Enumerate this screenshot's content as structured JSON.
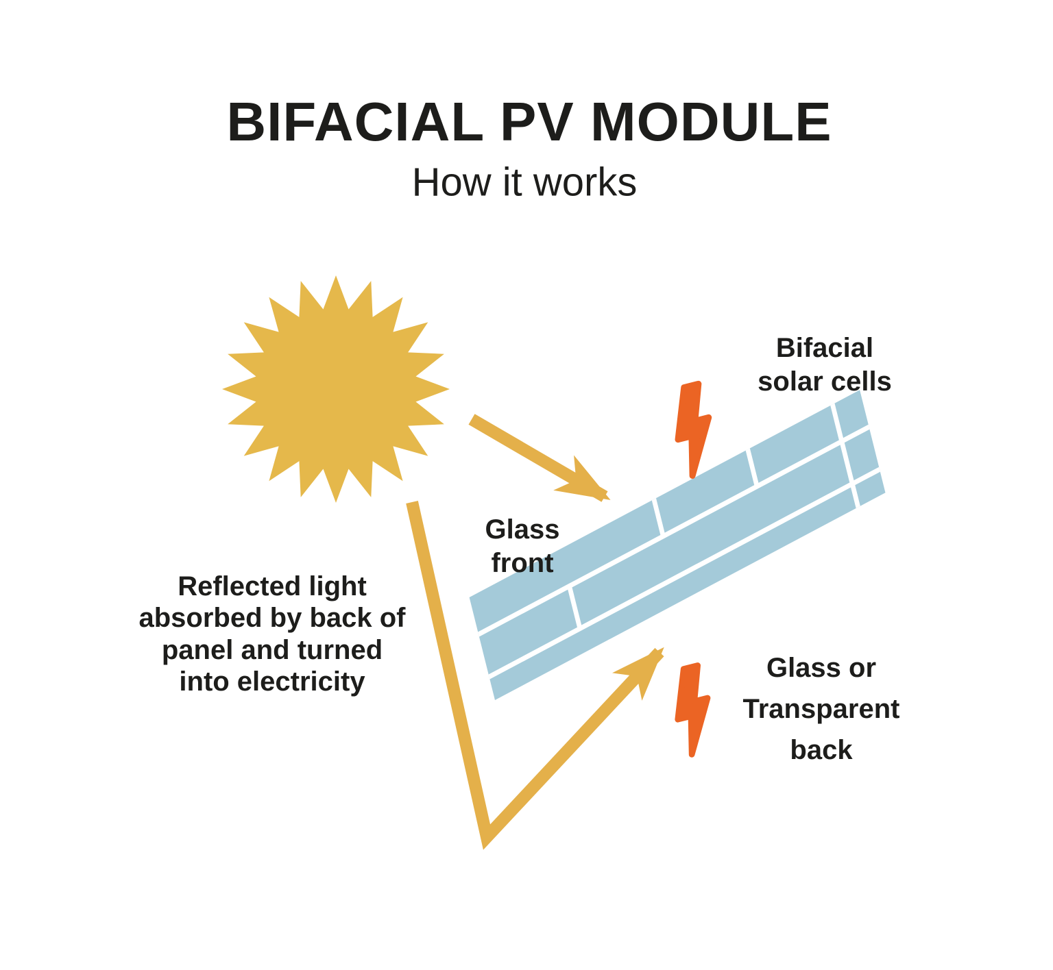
{
  "header": {
    "title": "BIFACIAL PV MODULE",
    "subtitle": "How it works"
  },
  "annotations": {
    "bifacial_cells": {
      "lines": [
        "Bifacial",
        "solar cells"
      ]
    },
    "glass_front": {
      "lines": [
        "Glass",
        "front"
      ]
    },
    "glass_back": {
      "lines": [
        "Glass or",
        "Transparent",
        "back"
      ]
    },
    "reflected_light": {
      "lines": [
        "Reflected light",
        "absorbed by back of",
        "panel and turned",
        "into electricity"
      ]
    }
  },
  "icons": {
    "sun": "sun-starburst",
    "bolt_front": "lightning-bolt",
    "bolt_back": "lightning-bolt"
  },
  "colors": {
    "background": "#FFFFFF",
    "text": "#1D1D1B",
    "sun_yellow": "#E5B84B",
    "arrow_yellow": "#E4B04A",
    "panel_blue": "#A4CAD9",
    "panel_line_white": "#FFFFFF",
    "bolt_orange": "#EB6424"
  }
}
